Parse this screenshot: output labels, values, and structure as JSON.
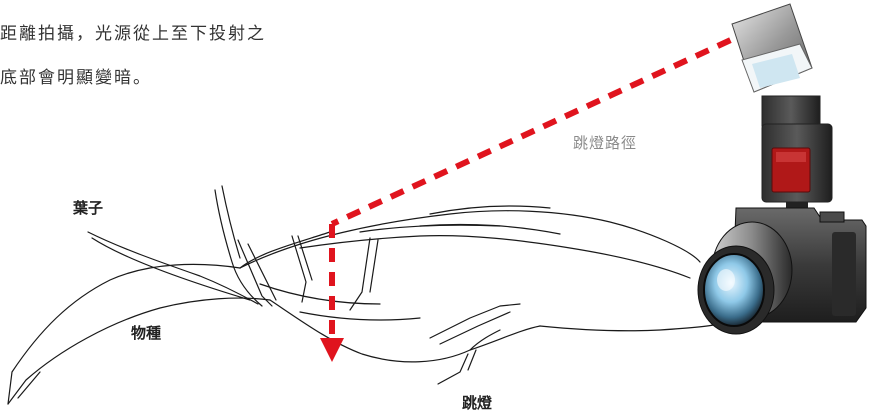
{
  "caption": {
    "line1": "距離拍攝，光源從上至下投射之",
    "line2": "底部會明顯變暗。"
  },
  "labels": {
    "leaf": "葉子",
    "subject": "物種",
    "bounce": "跳燈",
    "path": "跳燈路徑"
  },
  "colors": {
    "light_path": "#e0141e",
    "outline": "#1a1a1a",
    "camera_body": "#3a3a3a",
    "flash_window": "#b01818"
  },
  "icons": {
    "camera": "camera-with-flash-icon",
    "arrow": "arrow-down-icon"
  }
}
